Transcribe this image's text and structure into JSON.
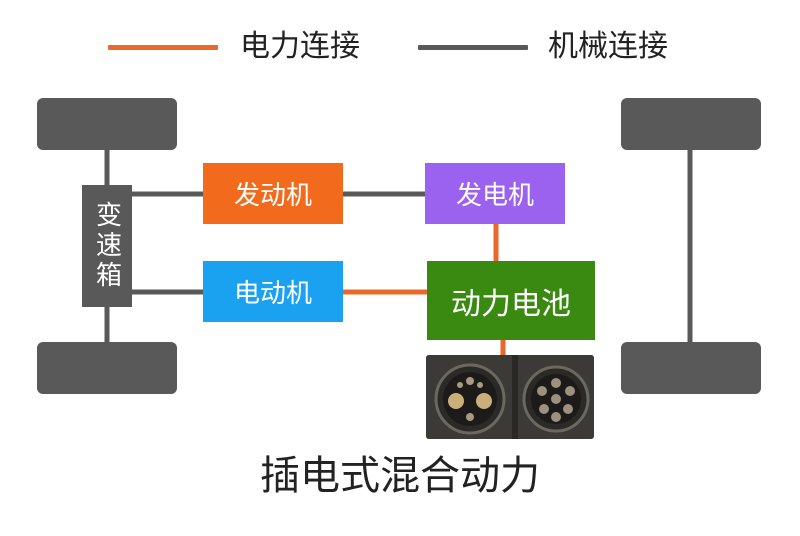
{
  "legend": {
    "electric_label": "电力连接",
    "mechanical_label": "机械连接"
  },
  "colors": {
    "electric": "#e8692a",
    "mechanical": "#595959",
    "engine": "#f26b1c",
    "generator": "#9a62ee",
    "motor": "#1aa2f0",
    "battery": "#3a8a12",
    "wheel": "#595959"
  },
  "gearbox_label": "变速箱",
  "components": {
    "engine": "发动机",
    "generator": "发电机",
    "motor": "电动机",
    "battery": "动力电池"
  },
  "caption": "插电式混合动力"
}
